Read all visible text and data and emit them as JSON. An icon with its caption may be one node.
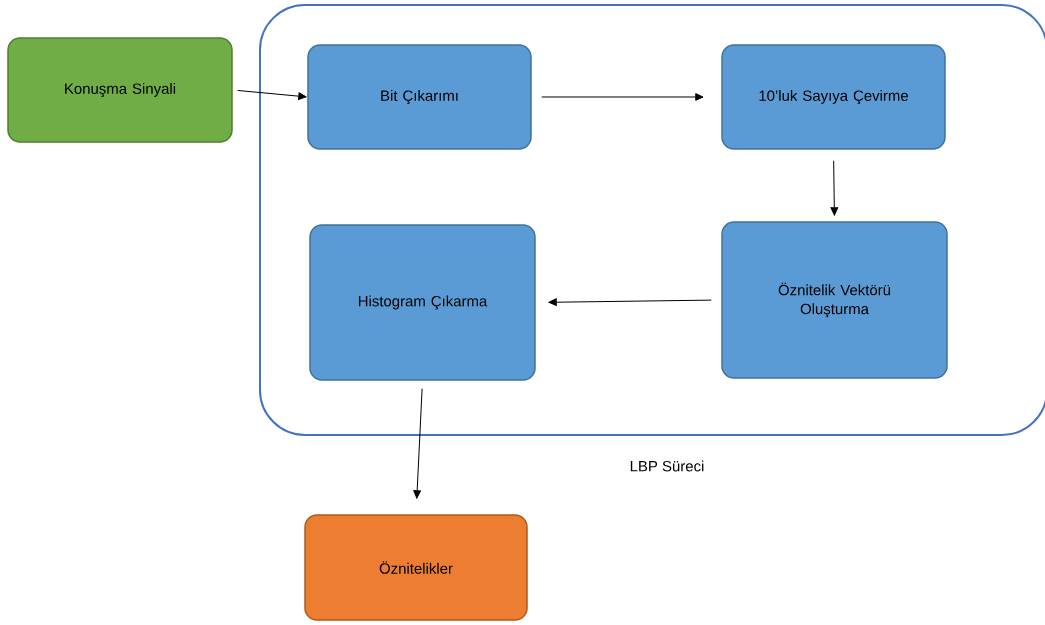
{
  "diagram": {
    "nodes": [
      {
        "text": [
          "LBP Süreci"
        ]
      },
      {
        "text": [
          "Konuşma Sinyali"
        ]
      },
      {
        "text": [
          "Bit Çıkarımı"
        ],
        "in": 0
      },
      {
        "text": [
          "10’luk Sayıya Çevirme"
        ],
        "in": 0
      },
      {
        "text": [
          "Histogram Çıkarma"
        ],
        "in": 0
      },
      {
        "text": [
          "Öznitelik Vektörü Oluşturma"
        ],
        "in": 0
      },
      {
        "text": [
          "Öznitelikler"
        ]
      }
    ],
    "edges": [
      {
        "from": 1,
        "to": 2,
        "arrow": "to"
      },
      {
        "from": 2,
        "to": 3,
        "arrow": "to"
      },
      {
        "from": 3,
        "to": 5,
        "arrow": "to"
      },
      {
        "from": 5,
        "to": 4,
        "arrow": "to"
      },
      {
        "from": 4,
        "to": 6,
        "arrow": "to"
      }
    ]
  }
}
